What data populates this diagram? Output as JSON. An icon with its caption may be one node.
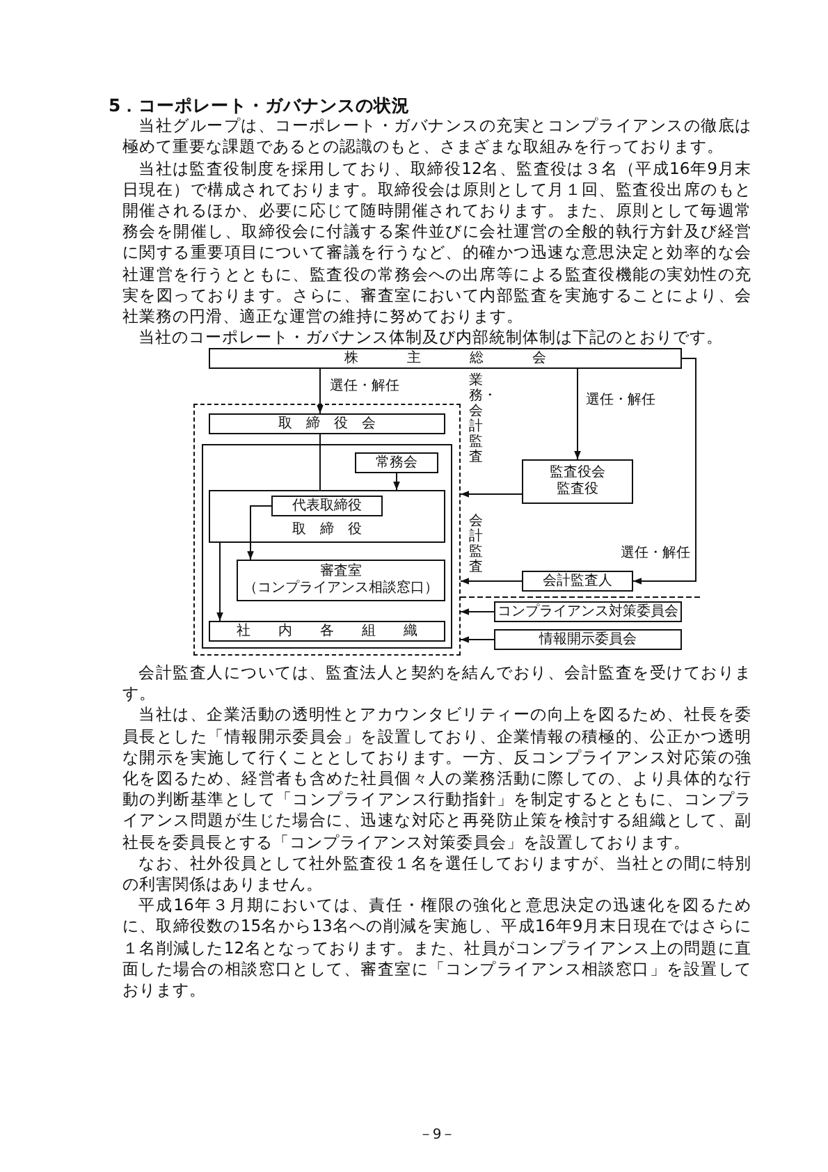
{
  "diagram": {
    "nodes": [
      {
        "text": [
          "株主総会"
        ]
      },
      {
        "text": [],
        "shape": "box"
      },
      {
        "text": [
          "取締役会"
        ],
        "in": 1
      },
      {
        "text": [],
        "shape": "box",
        "in": 1
      },
      {
        "text": [
          "常務会"
        ],
        "in": 3
      },
      {
        "text": [
          "取締役"
        ],
        "in": 3
      },
      {
        "text": [
          "代表取締役"
        ],
        "in": 5
      },
      {
        "text": [
          "審査室",
          "（コンプライアンス相談窓口）"
        ],
        "in": 3
      },
      {
        "text": [
          "社内各組織"
        ],
        "in": 3
      },
      {
        "text": [
          "監査役会監査役"
        ]
      },
      {
        "text": [
          "会計監査人"
        ]
      },
      {
        "text": [
          "コンプライアンス対策委員会"
        ]
      },
      {
        "text": [
          "情報開示委員会"
        ]
      }
    ],
    "edges": [
      {
        "from": 0,
        "to": 2,
        "arrow": "to",
        "label": "選任・解任"
      },
      {
        "from": 0,
        "to": 9,
        "arrow": "to",
        "label": "選任・解任"
      },
      {
        "from": 0,
        "to": 10,
        "arrow": "to",
        "label": "選任・解任"
      },
      {
        "from": 2,
        "to": 5,
        "arrow": "none"
      },
      {
        "from": 4,
        "to": 5,
        "arrow": "to"
      },
      {
        "from": 6,
        "to": 7,
        "arrow": "to"
      },
      {
        "from": 5,
        "to": 8,
        "arrow": "to"
      },
      {
        "from": 9,
        "to": 1,
        "arrow": "to",
        "label": "業務・会計監査"
      },
      {
        "from": 10,
        "to": 1,
        "arrow": "to",
        "label": "会計監査"
      },
      {
        "from": 11,
        "to": 1,
        "arrow": "to"
      },
      {
        "from": 12,
        "to": 1,
        "arrow": "to"
      }
    ],
    "labels": [
      "5．コーポレート・ガバナンスの状況",
      "当社グループは、コーポレート・ガバナンスの充実とコンプライアンスの徹底は極めて重要な課題であるとの認識のもと、さまざまな取組みを行っております。",
      "当社は監査役制度を採用しており、取締役12名、監査役は３名（平成16年9月末日現在）で構成されております。取締役会は原則として月１回、監査役出席のもと開催されるほか、必要に応じて随時開催されております。また、原則として毎週常務会を開催し、取締役会に付議する案件並びに会社運営の全般的執行方針及び経営に関する重要項目について審議を行うなど、的確かつ迅速な意思決定と効率的な会社運営を行うとともに、監査役の常務会への出席等による監査役機能の実効性の充実を図っております。さらに、審査室において内部監査を実施することにより、会社業務の円滑、適正な運営の維持に努めております。",
      "当社のコーポレート・ガバナンス体制及び内部統制体制は下記のとおりです。",
      "会計監査人については、監査法人と契約を結んでおり、会計監査を受けております。",
      "当社は、企業活動の透明性とアカウンタビリティーの向上を図るため、社長を委員長とした「情報開示委員会」を設置しており、企業情報の積極的、公正かつ透明な開示を実施して行くこととしております。一方、反コンプライアンス対応策の強化を図るため、経営者も含めた社員個々人の業務活動に際しての、より具体的な行動の判断基準として「コンプライアンス行動指針」を制定するとともに、コンプライアンス問題が生じた場合に、迅速な対応と再発防止策を検討する組織として、副社長を委員長とする「コンプライアンス対策委員会」を設置しております。",
      "なお、社外役員として社外監査役１名を選任しておりますが、当社との間に特別の利害関係はありません。",
      "平成16年３月期においては、責任・権限の強化と意思決定の迅速化を図るために、取締役数の15名から13名への削減を実施し、平成16年9月末日現在ではさらに１名削減した12名となっております。また、社員がコンプライアンス上の問題に直面した場合の相談窓口として、審査室に「コンプライアンス相談窓口」を設置しております。",
      "－9－"
    ]
  }
}
